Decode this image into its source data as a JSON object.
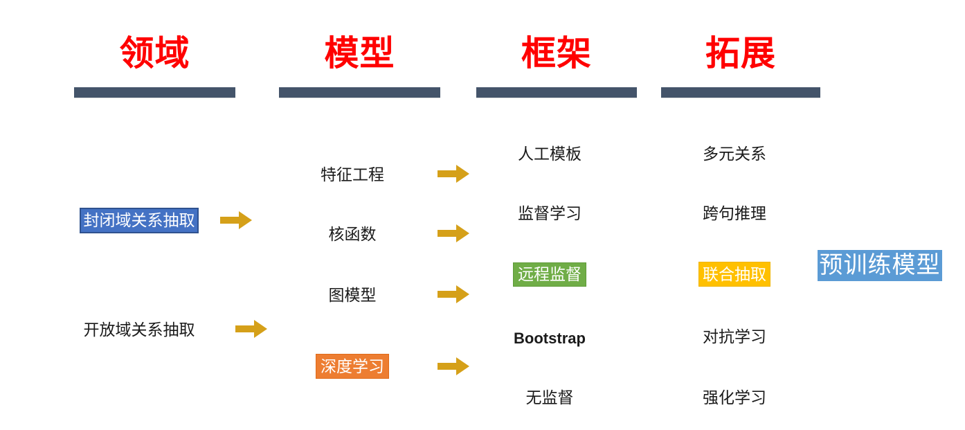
{
  "diagram": {
    "title_color": "#FF0000",
    "rule_color": "#44546A",
    "arrow_color": "#D5A019",
    "columns": [
      {
        "id": "domain",
        "title": "领域"
      },
      {
        "id": "model",
        "title": "模型"
      },
      {
        "id": "framework",
        "title": "框架"
      },
      {
        "id": "extension",
        "title": "拓展"
      }
    ],
    "domain_nodes": [
      {
        "label": "封闭域关系抽取",
        "style": "box-blue",
        "fill": "#4472C4"
      },
      {
        "label": "开放域关系抽取",
        "style": "plain",
        "fill": ""
      }
    ],
    "model_nodes": [
      {
        "label": "特征工程",
        "style": "plain",
        "fill": ""
      },
      {
        "label": "核函数",
        "style": "plain",
        "fill": ""
      },
      {
        "label": "图模型",
        "style": "plain",
        "fill": ""
      },
      {
        "label": "深度学习",
        "style": "box-orange",
        "fill": "#ED7D31"
      }
    ],
    "framework_nodes": [
      {
        "label": "人工模板",
        "style": "plain",
        "fill": ""
      },
      {
        "label": "监督学习",
        "style": "plain",
        "fill": ""
      },
      {
        "label": "远程监督",
        "style": "box-green",
        "fill": "#70AD47"
      },
      {
        "label": "Bootstrap",
        "style": "sans",
        "fill": ""
      },
      {
        "label": "无监督",
        "style": "plain",
        "fill": ""
      }
    ],
    "extension_nodes": [
      {
        "label": "多元关系",
        "style": "plain",
        "fill": ""
      },
      {
        "label": "跨句推理",
        "style": "plain",
        "fill": ""
      },
      {
        "label": "联合抽取",
        "style": "box-yellow",
        "fill": "#FFC000"
      },
      {
        "label": "对抗学习",
        "style": "plain",
        "fill": ""
      },
      {
        "label": "强化学习",
        "style": "plain",
        "fill": ""
      }
    ],
    "final_node": {
      "label": "预训练模型",
      "fill": "#5B9BD5"
    },
    "arrows": [
      {
        "id": "arrow-domain-closed",
        "name": "arrow-right-icon"
      },
      {
        "id": "arrow-domain-open",
        "name": "arrow-right-icon"
      },
      {
        "id": "arrow-model-feature",
        "name": "arrow-right-icon"
      },
      {
        "id": "arrow-model-kernel",
        "name": "arrow-right-icon"
      },
      {
        "id": "arrow-model-graph",
        "name": "arrow-right-icon"
      },
      {
        "id": "arrow-model-deeplearning",
        "name": "arrow-right-icon"
      }
    ]
  }
}
